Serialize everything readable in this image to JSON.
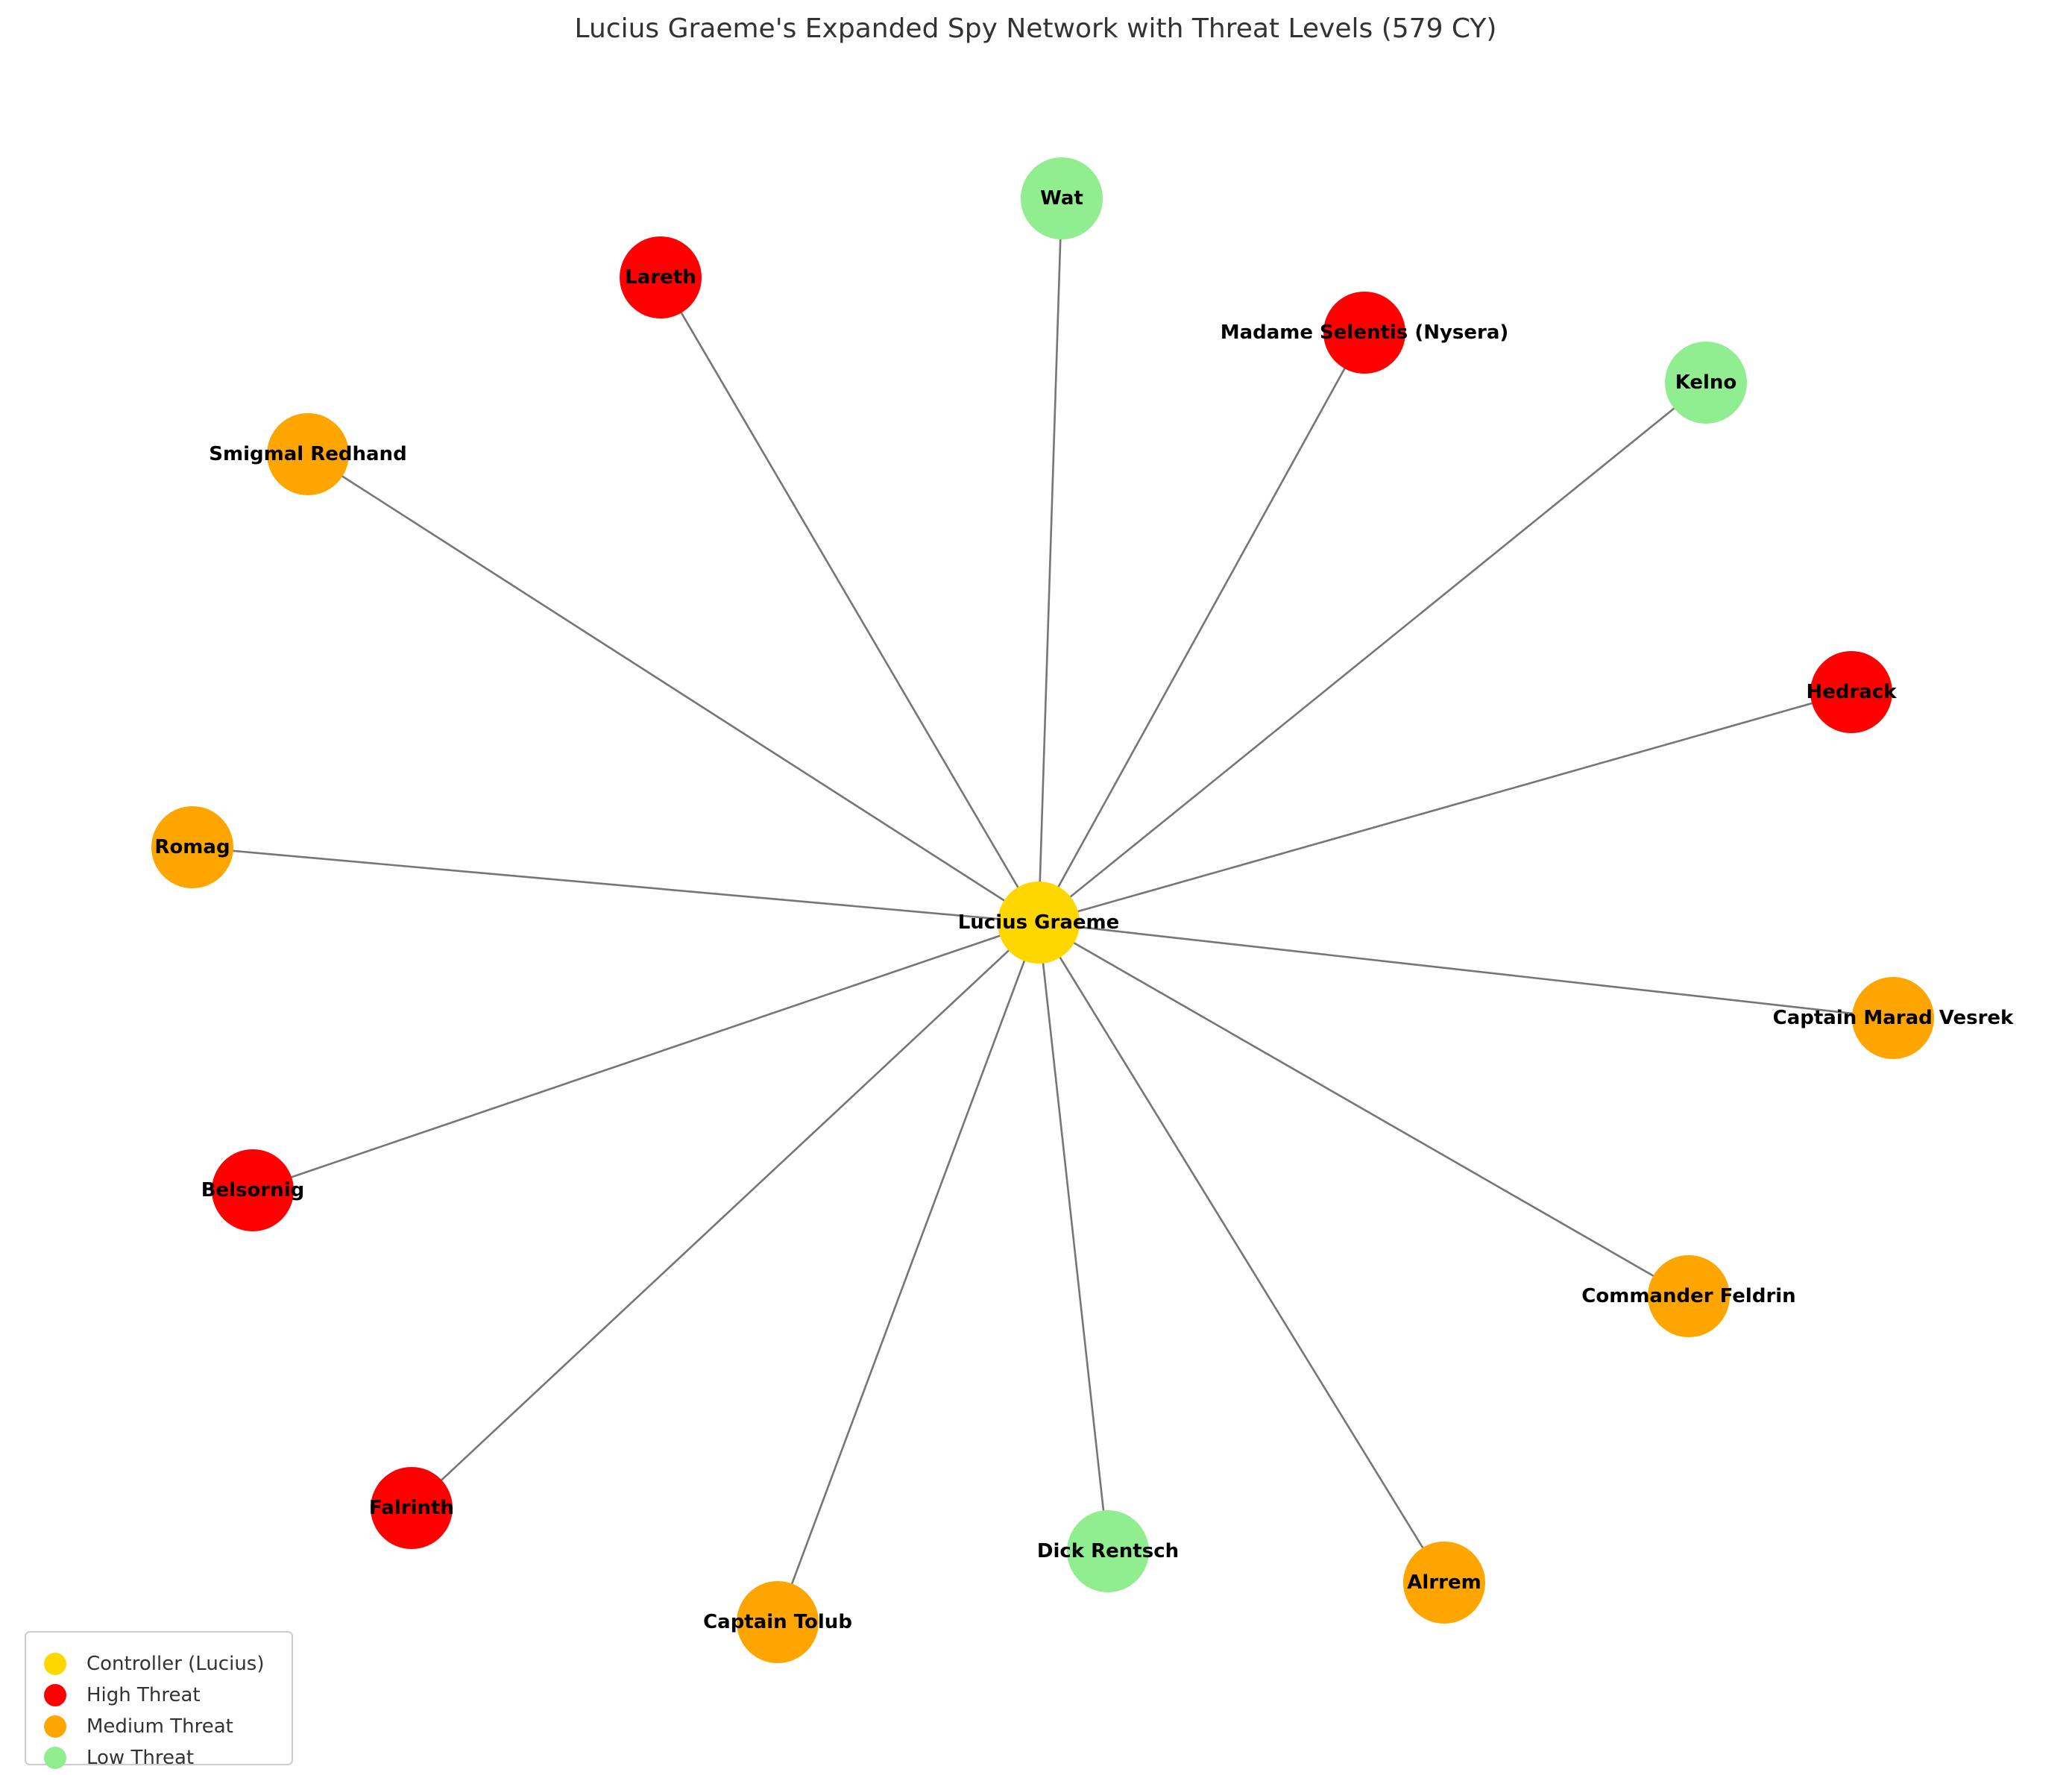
{
  "title": "Lucius Graeme's Expanded Spy Network with Threat Levels (579 CY)",
  "colors": {
    "controller": "#ffd700",
    "high": "#ff0000",
    "medium": "#ffa500",
    "low": "#90ee90",
    "edge": "#767676"
  },
  "center": {
    "name": "Lucius Graeme",
    "level": "controller"
  },
  "agents": [
    {
      "name": "Wat",
      "level": "low"
    },
    {
      "name": "Lareth",
      "level": "high"
    },
    {
      "name": "Madame Selentis (Nysera)",
      "level": "high"
    },
    {
      "name": "Kelno",
      "level": "low"
    },
    {
      "name": "Smigmal Redhand",
      "level": "medium"
    },
    {
      "name": "Hedrack",
      "level": "high"
    },
    {
      "name": "Romag",
      "level": "medium"
    },
    {
      "name": "Captain Marad Vesrek",
      "level": "medium"
    },
    {
      "name": "Belsornig",
      "level": "high"
    },
    {
      "name": "Commander Feldrin",
      "level": "medium"
    },
    {
      "name": "Falrinth",
      "level": "high"
    },
    {
      "name": "Dick Rentsch",
      "level": "low"
    },
    {
      "name": "Alrrem",
      "level": "medium"
    },
    {
      "name": "Captain Tolub",
      "level": "medium"
    }
  ],
  "legend": [
    {
      "label": "Controller (Lucius)",
      "level": "controller"
    },
    {
      "label": "High Threat",
      "level": "high"
    },
    {
      "label": "Medium Threat",
      "level": "medium"
    },
    {
      "label": "Low Threat",
      "level": "low"
    }
  ]
}
